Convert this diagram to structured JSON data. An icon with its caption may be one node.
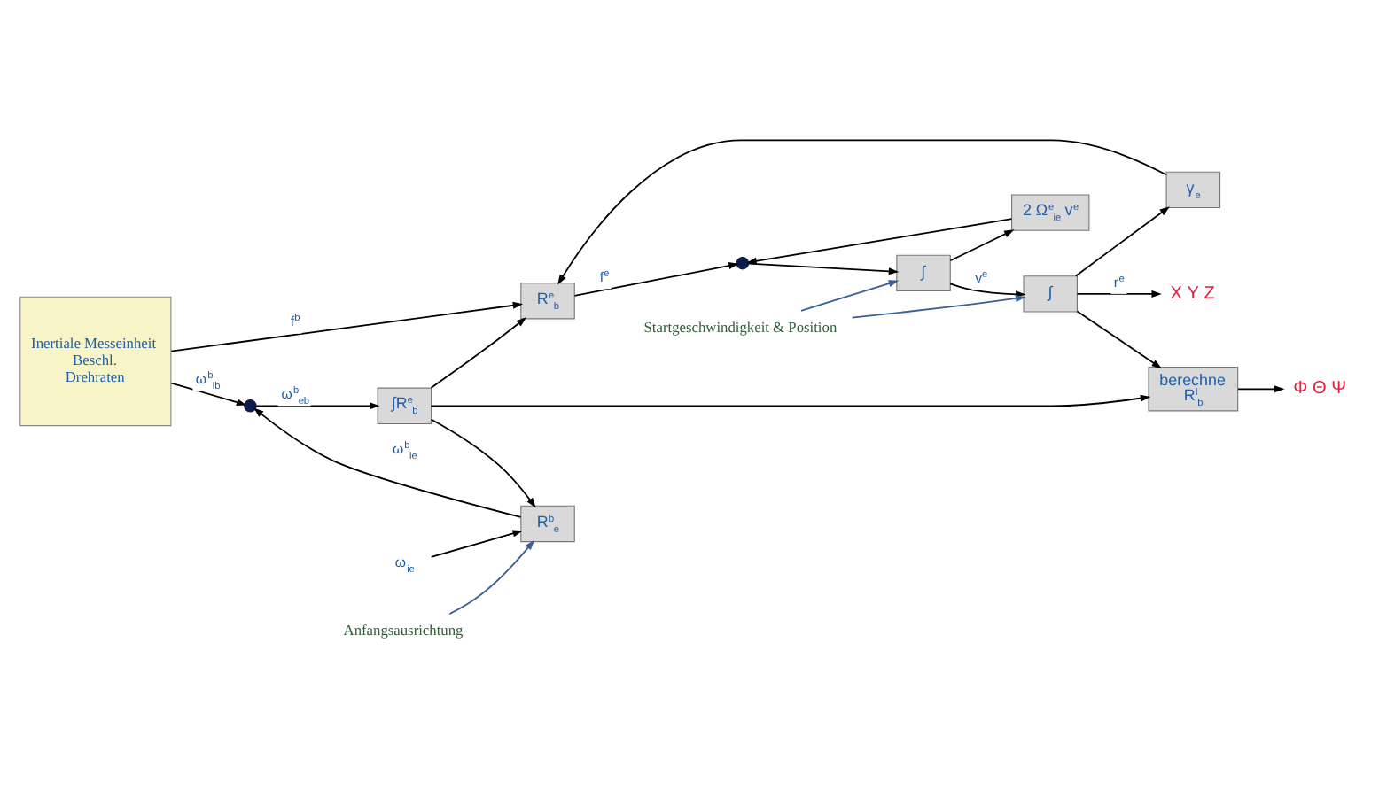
{
  "diagram": {
    "nodes": [
      {
        "text": [
          "Inertiale Messeinheit",
          "Beschl.",
          "Drehraten"
        ]
      },
      {
        "text": [
          "R$^{e}$$_{b}$"
        ]
      },
      {
        "text": [],
        "shape": "circle"
      },
      {
        "text": [
          "∫"
        ]
      },
      {
        "text": [
          "∫"
        ]
      },
      {
        "text": [
          "2 Ω$^{e}$$_{ie}$ v$^{e}$"
        ]
      },
      {
        "text": [
          "γ$_{e}$"
        ]
      },
      {
        "text": [
          "X Y Z"
        ]
      },
      {
        "text": [
          "Startgeschwindigkeit & Position"
        ]
      },
      {
        "text": [],
        "shape": "circle"
      },
      {
        "text": [
          "∫R$^{e}$$_{b}$"
        ]
      },
      {
        "text": [
          "berechne",
          "R$^{l}$$_{b}$"
        ]
      },
      {
        "text": [
          "Φ Θ Ψ"
        ]
      },
      {
        "text": [
          "R$^{b}$$_{e}$"
        ]
      },
      {
        "text": [
          "ω$_{ie}$"
        ]
      },
      {
        "text": [
          "Anfangsausrichtung"
        ]
      }
    ],
    "edges": [
      {
        "from": 0,
        "to": 1,
        "arrow": "to",
        "label": "f$^{b}$"
      },
      {
        "from": 1,
        "to": 2,
        "arrow": "to",
        "label": "f$^{e}$"
      },
      {
        "from": 2,
        "to": 3,
        "arrow": "to"
      },
      {
        "from": 3,
        "to": 4,
        "arrow": "to",
        "label": "v$^{e}$"
      },
      {
        "from": 3,
        "to": 5,
        "arrow": "to"
      },
      {
        "from": 5,
        "to": 2,
        "arrow": "to"
      },
      {
        "from": 4,
        "to": 7,
        "arrow": "to",
        "label": "r$^{e}$"
      },
      {
        "from": 4,
        "to": 6,
        "arrow": "to"
      },
      {
        "from": 4,
        "to": 11,
        "arrow": "to"
      },
      {
        "from": 6,
        "to": 1,
        "arrow": "to"
      },
      {
        "from": 8,
        "to": 3,
        "arrow": "to",
        "color": "#3b5f96"
      },
      {
        "from": 8,
        "to": 4,
        "arrow": "to",
        "color": "#3b5f96"
      },
      {
        "from": 0,
        "to": 9,
        "arrow": "to",
        "label": "ω$^{b}$$_{ib}$"
      },
      {
        "from": 9,
        "to": 10,
        "arrow": "to",
        "label": "ω$^{b}$$_{eb}$"
      },
      {
        "from": 10,
        "to": 1,
        "arrow": "to"
      },
      {
        "from": 10,
        "to": 11,
        "arrow": "to"
      },
      {
        "from": 10,
        "to": 13,
        "arrow": "to"
      },
      {
        "from": 13,
        "to": 9,
        "arrow": "to",
        "label": "ω$^{b}$$_{ie}$"
      },
      {
        "from": 14,
        "to": 13,
        "arrow": "to"
      },
      {
        "from": 15,
        "to": 13,
        "arrow": "to",
        "color": "#3b5f96"
      },
      {
        "from": 11,
        "to": 12,
        "arrow": "to"
      }
    ]
  }
}
